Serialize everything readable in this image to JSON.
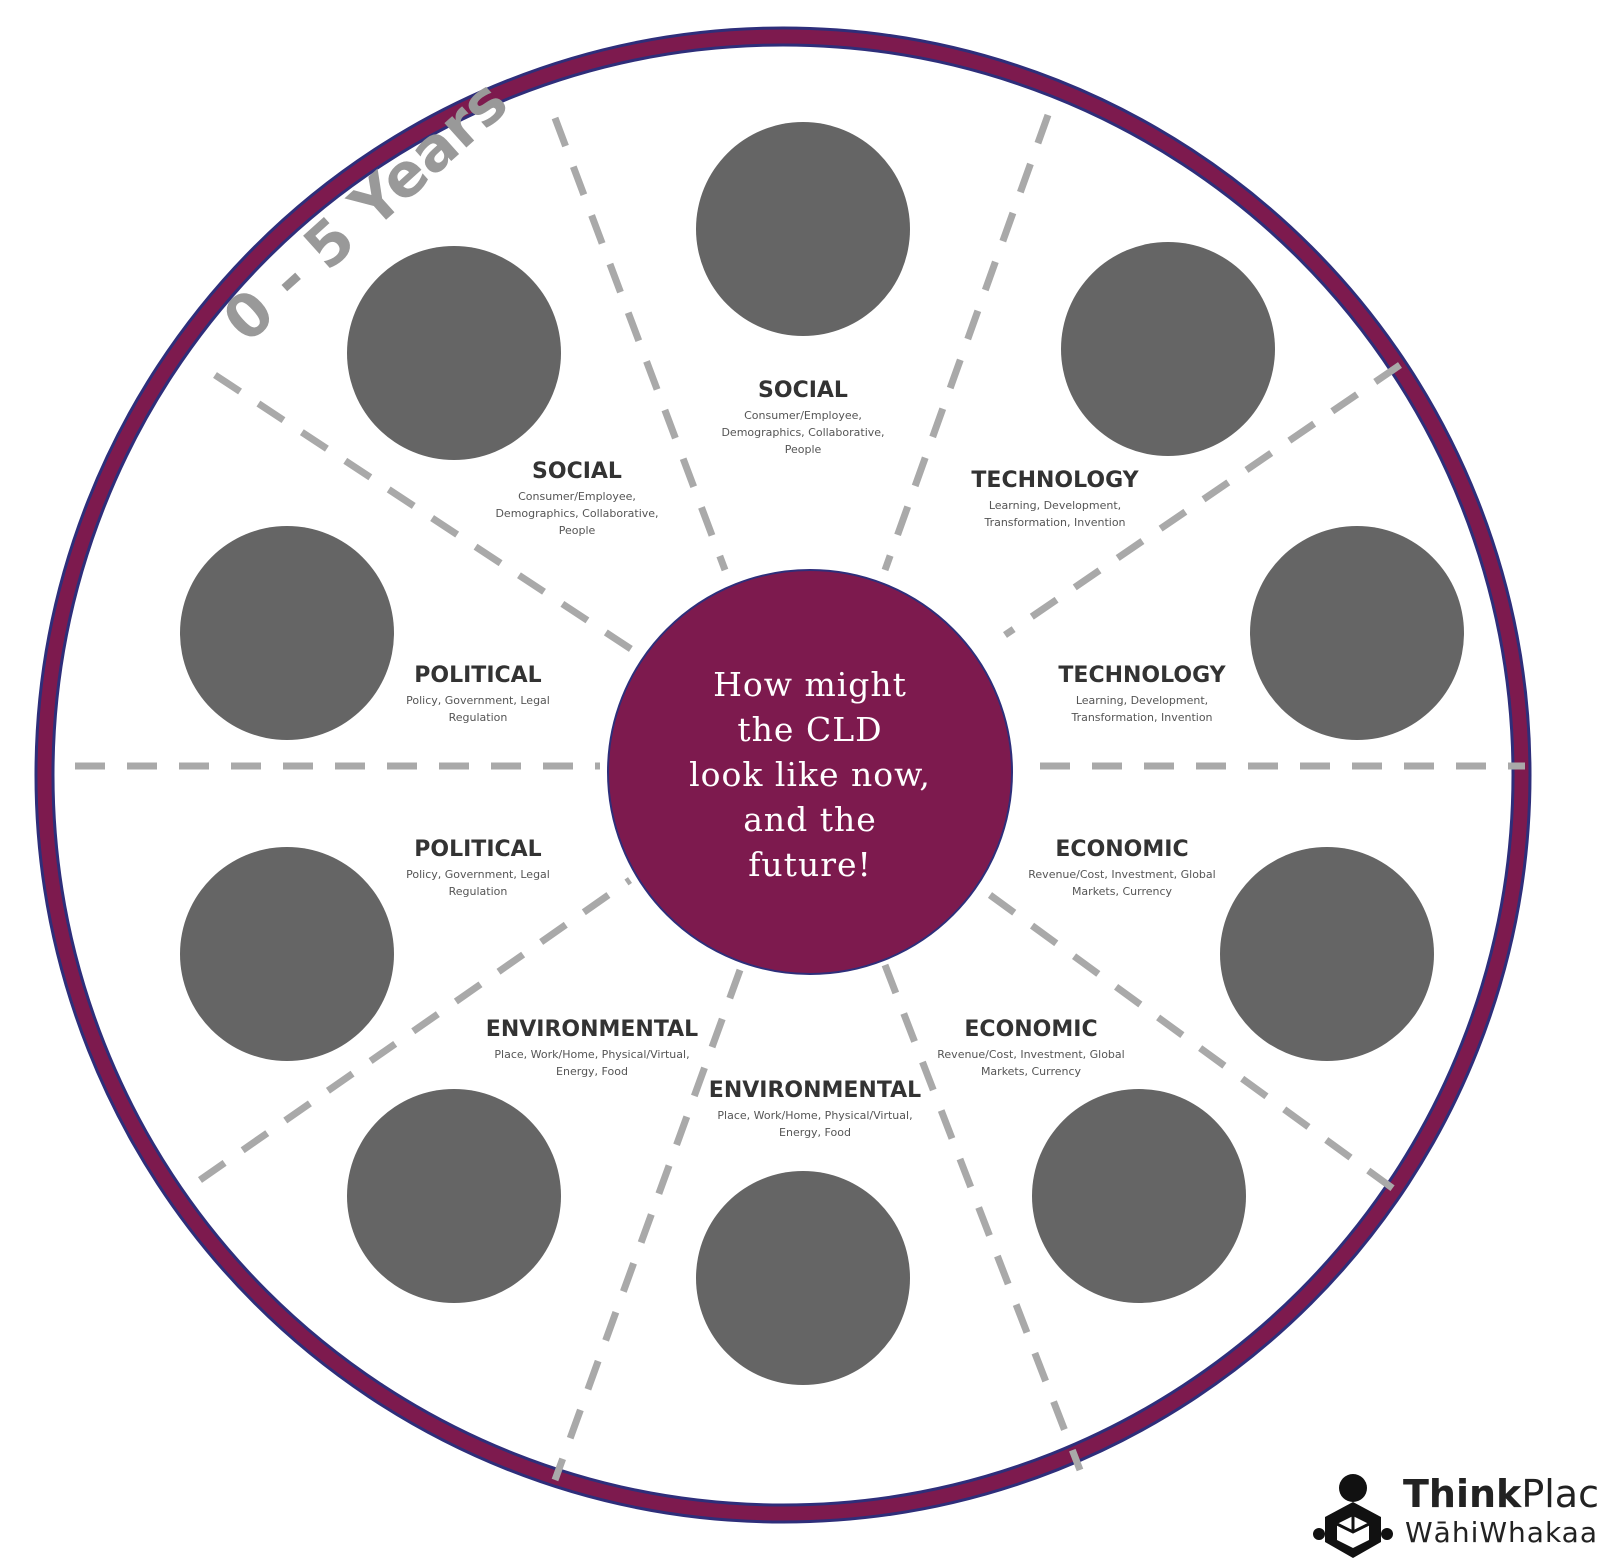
{
  "timeline_label": "0 - 5 Years",
  "center_text": [
    "How might",
    "the CLD",
    "look like now,",
    "and the",
    "future!"
  ],
  "colors": {
    "ring": "#7d1a4e",
    "ring_inner_border": "#2e2e7a",
    "node": "#656565",
    "center": "#7d1a4e",
    "divider": "#a9a9a9"
  },
  "segments": [
    {
      "title": "SOCIAL",
      "sub": [
        "Consumer/Employee,",
        "Demographics, Collaborative,",
        "People"
      ]
    },
    {
      "title": "TECHNOLOGY",
      "sub": [
        "Learning, Development,",
        "Transformation, Invention"
      ]
    },
    {
      "title": "TECHNOLOGY",
      "sub": [
        "Learning, Development,",
        "Transformation, Invention"
      ]
    },
    {
      "title": "ECONOMIC",
      "sub": [
        "Revenue/Cost, Investment, Global",
        "Markets, Currency"
      ]
    },
    {
      "title": "ECONOMIC",
      "sub": [
        "Revenue/Cost, Investment, Global",
        "Markets, Currency"
      ]
    },
    {
      "title": "ENVIRONMENTAL",
      "sub": [
        "Place, Work/Home, Physical/Virtual,",
        "Energy, Food"
      ]
    },
    {
      "title": "ENVIRONMENTAL",
      "sub": [
        "Place, Work/Home, Physical/Virtual,",
        "Energy, Food"
      ]
    },
    {
      "title": "POLITICAL",
      "sub": [
        "Policy, Government, Legal",
        "Regulation"
      ]
    },
    {
      "title": "POLITICAL",
      "sub": [
        "Policy, Government, Legal",
        "Regulation"
      ]
    },
    {
      "title": "SOCIAL",
      "sub": [
        "Consumer/Employee,",
        "Demographics, Collaborative,",
        "People"
      ]
    }
  ],
  "logo": {
    "name_bold": "Think",
    "name_regular": "Place",
    "subtitle": "WāhiWhakaaro"
  }
}
